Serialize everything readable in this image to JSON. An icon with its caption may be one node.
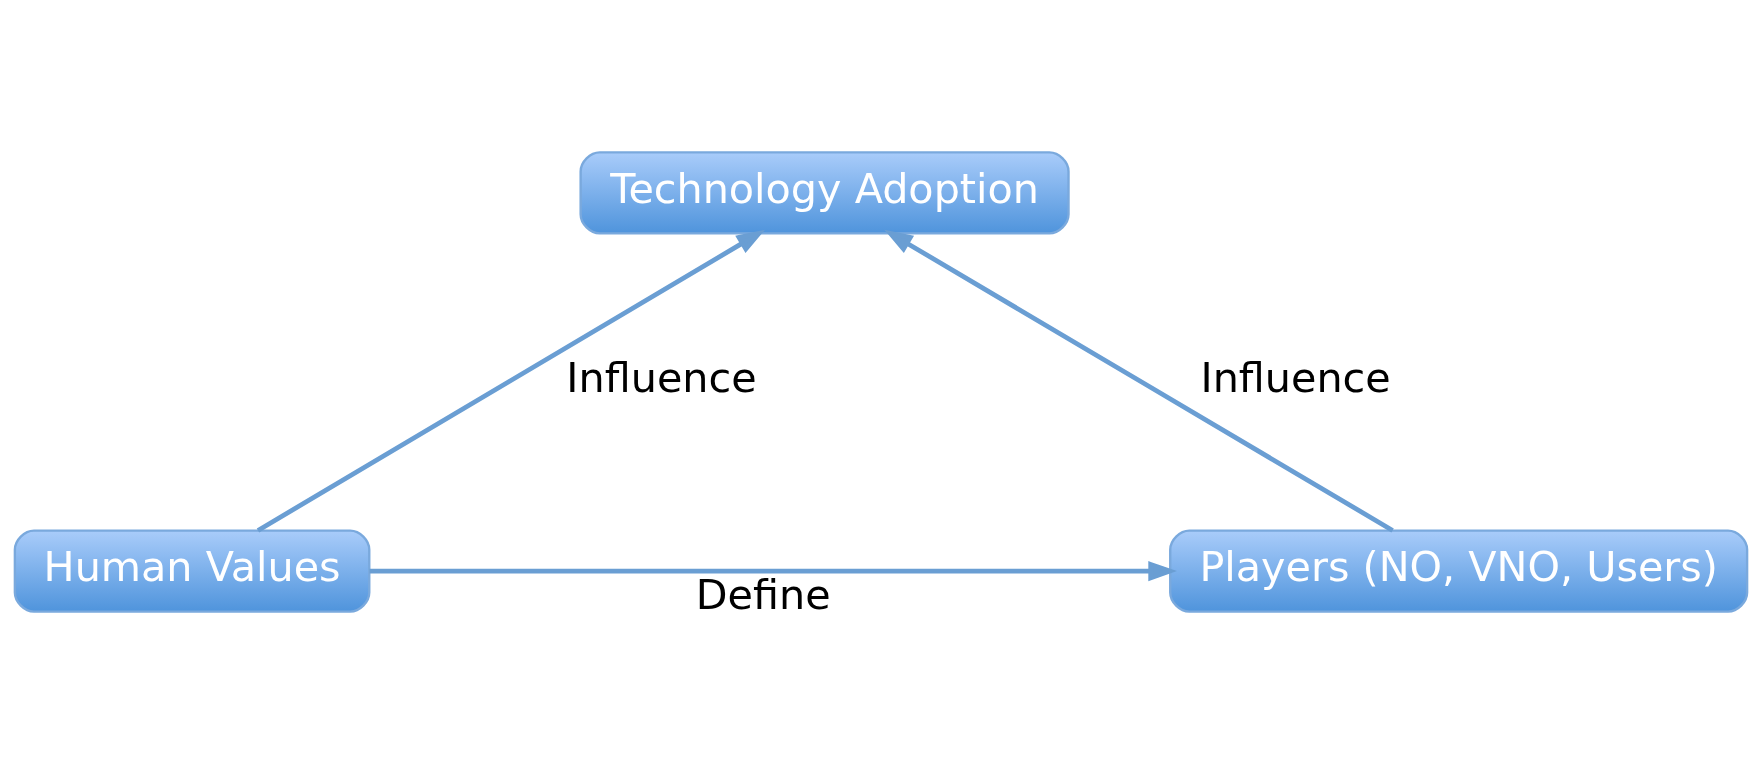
{
  "diagram": {
    "nodes": [
      {
        "text": [
          "Technology Adoption"
        ]
      },
      {
        "text": [
          "Human Values"
        ]
      },
      {
        "text": [
          "Players (NO, VNO, Users)"
        ]
      }
    ],
    "edges": [
      {
        "from": 1,
        "to": 0,
        "arrow": "to",
        "label": "Influence"
      },
      {
        "from": 2,
        "to": 0,
        "arrow": "to",
        "label": "Influence"
      },
      {
        "from": 1,
        "to": 2,
        "arrow": "to",
        "label": "Define"
      }
    ]
  }
}
